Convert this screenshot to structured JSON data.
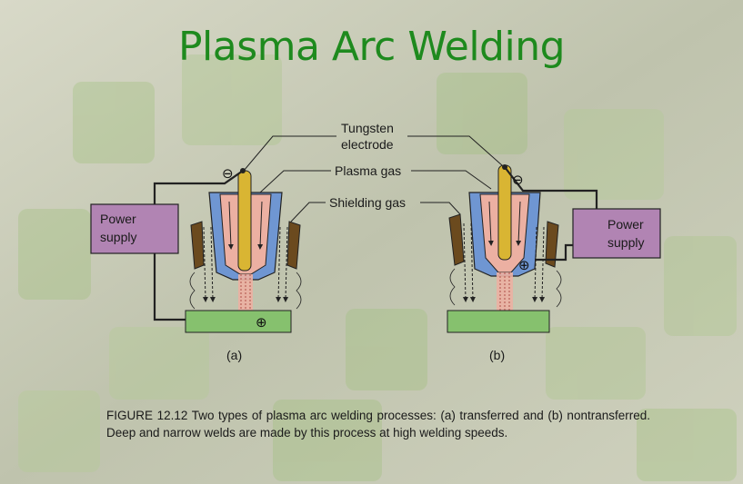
{
  "title": "Plasma Arc Welding",
  "labels": {
    "tungsten_electrode_line1": "Tungsten",
    "tungsten_electrode_line2": "electrode",
    "plasma_gas": "Plasma gas",
    "shielding_gas": "Shielding gas"
  },
  "power_supply": {
    "line1": "Power",
    "line2": "supply"
  },
  "signs": {
    "negative": "⊖",
    "positive": "⊕"
  },
  "sublabels": {
    "a": "(a)",
    "b": "(b)"
  },
  "caption": {
    "figure": "FIGURE 12.12",
    "text": "Two types of plasma arc welding processes: (a) transferred and (b) nontransferred. Deep and narrow welds are made by this process at high welding speeds."
  },
  "colors": {
    "title": "#1e8a1e",
    "power_supply_fill": "#b184b3",
    "nozzle_blue": "#6f96d2",
    "plasma_pink": "#ecb0a2",
    "electrode_gold": "#d9b533",
    "shield_brown": "#6b4a1e",
    "workpiece_green": "#86c16e"
  }
}
